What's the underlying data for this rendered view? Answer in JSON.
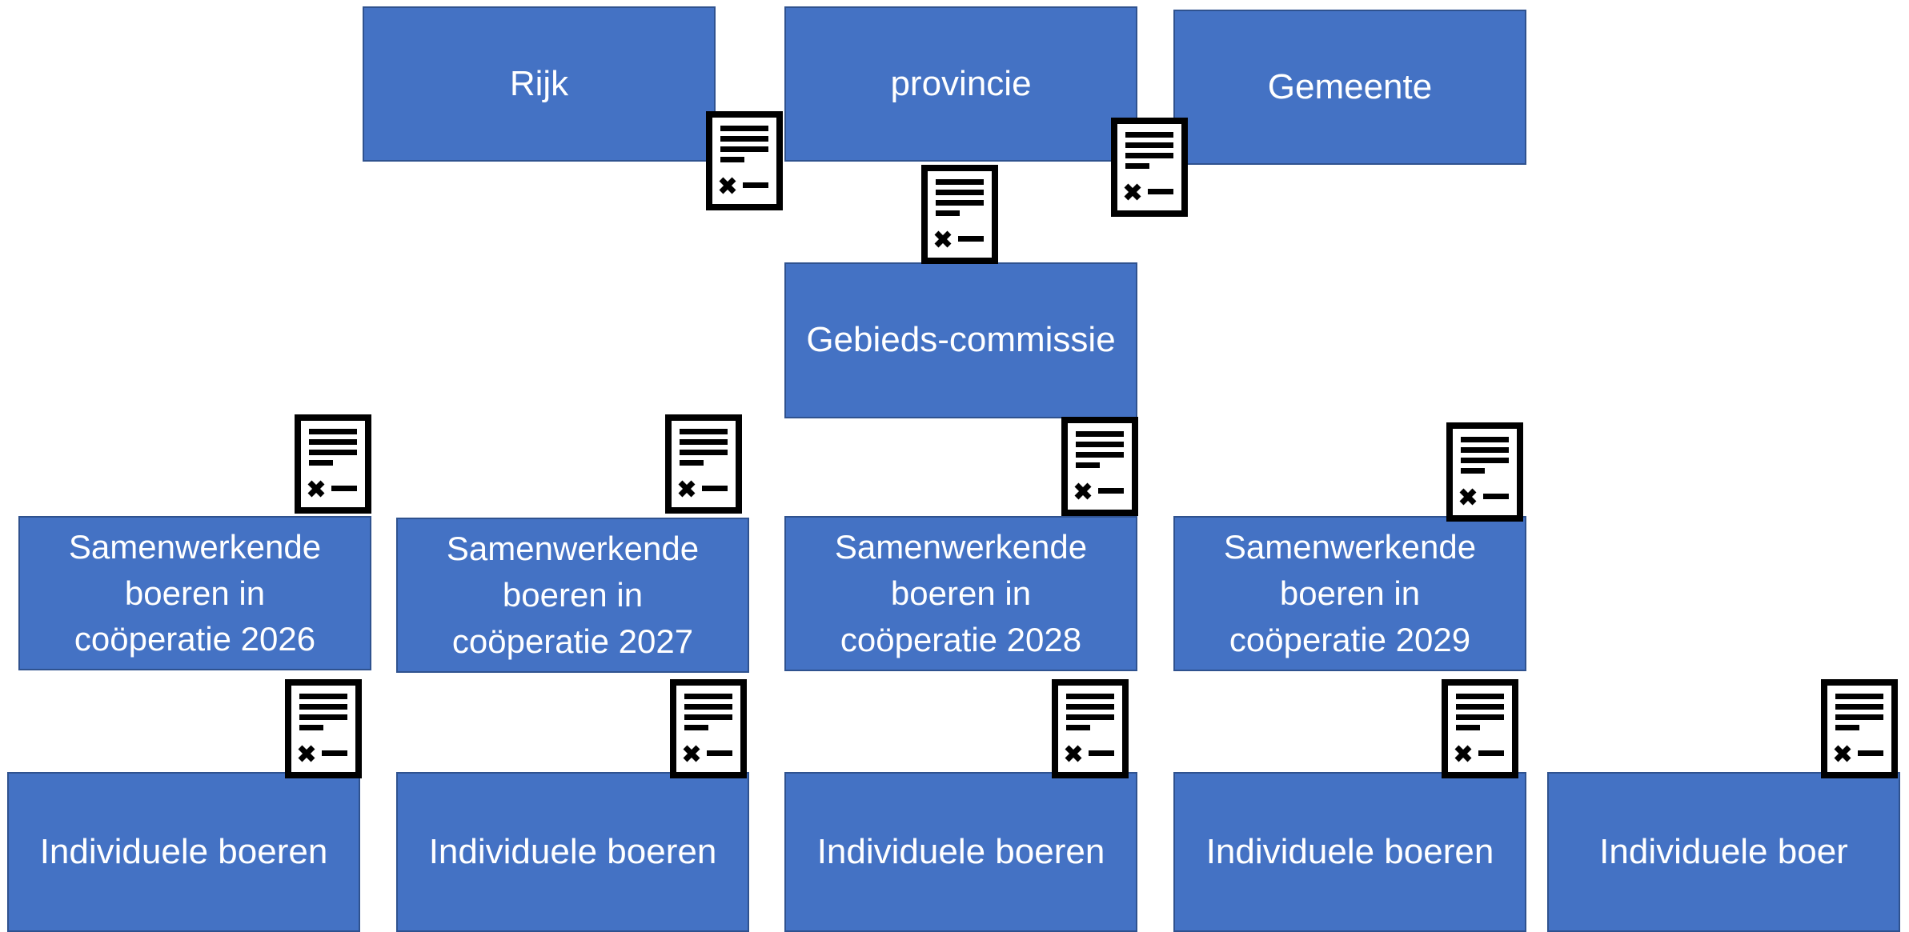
{
  "diagram": {
    "top": {
      "rijk": "Rijk",
      "provincie": "provincie",
      "gemeente": "Gemeente"
    },
    "middle": {
      "gebiedscommissie": "Gebieds-commissie"
    },
    "cooperaties": [
      "Samenwerkende\nboeren in\ncoöperatie 2026",
      "Samenwerkende\nboeren in\ncoöperatie 2027",
      "Samenwerkende\nboeren in\ncoöperatie 2028",
      "Samenwerkende\nboeren in\ncoöperatie 2029"
    ],
    "individuals": [
      "Individuele boeren",
      "Individuele boeren",
      "Individuele boeren",
      "Individuele boeren",
      "Individuele boer"
    ]
  },
  "colors": {
    "box_fill": "#4472C4",
    "box_border": "#2F528F",
    "text": "#FFFFFF",
    "contract_icon": "#000000"
  },
  "icons": {
    "contract": "contract-document-icon"
  }
}
